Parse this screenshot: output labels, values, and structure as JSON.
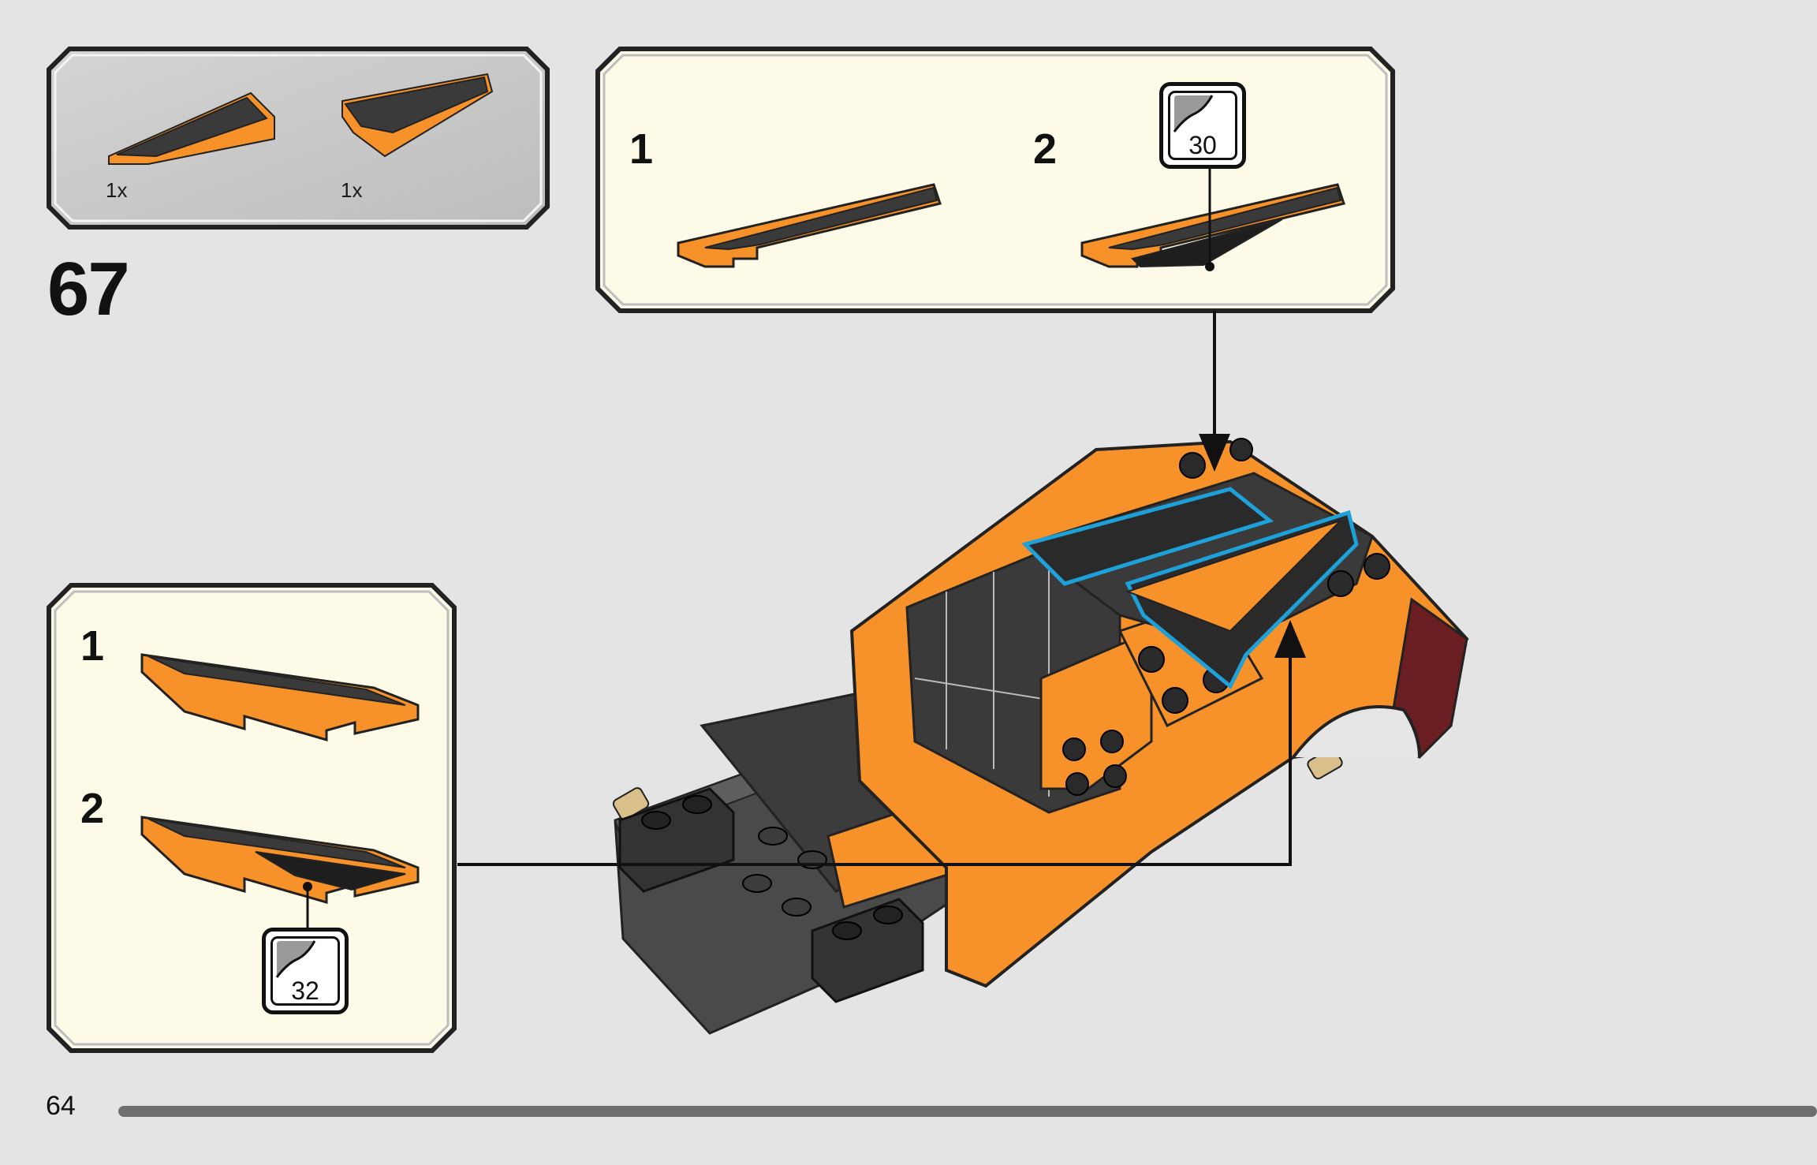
{
  "parts_panel": {
    "items": [
      {
        "icon": "wedge-slope-left-icon",
        "quantity": "1x"
      },
      {
        "icon": "wedge-slope-right-icon",
        "quantity": "1x"
      }
    ]
  },
  "step": {
    "number": "67"
  },
  "callout_top": {
    "substeps": [
      {
        "label": "1"
      },
      {
        "label": "2",
        "sticker": "30"
      }
    ]
  },
  "callout_left": {
    "substeps": [
      {
        "label": "1"
      },
      {
        "label": "2",
        "sticker": "32"
      }
    ]
  },
  "footer": {
    "page_number": "64",
    "progress": 1.0
  },
  "colors": {
    "background": "#e4e4e4",
    "callout_fill": "#fdfbe8",
    "parts_fill": "#c9c9c9",
    "brick_orange": "#f7922a",
    "brick_dark": "#3a3a3a",
    "highlight_blue": "#1ea0d8"
  }
}
